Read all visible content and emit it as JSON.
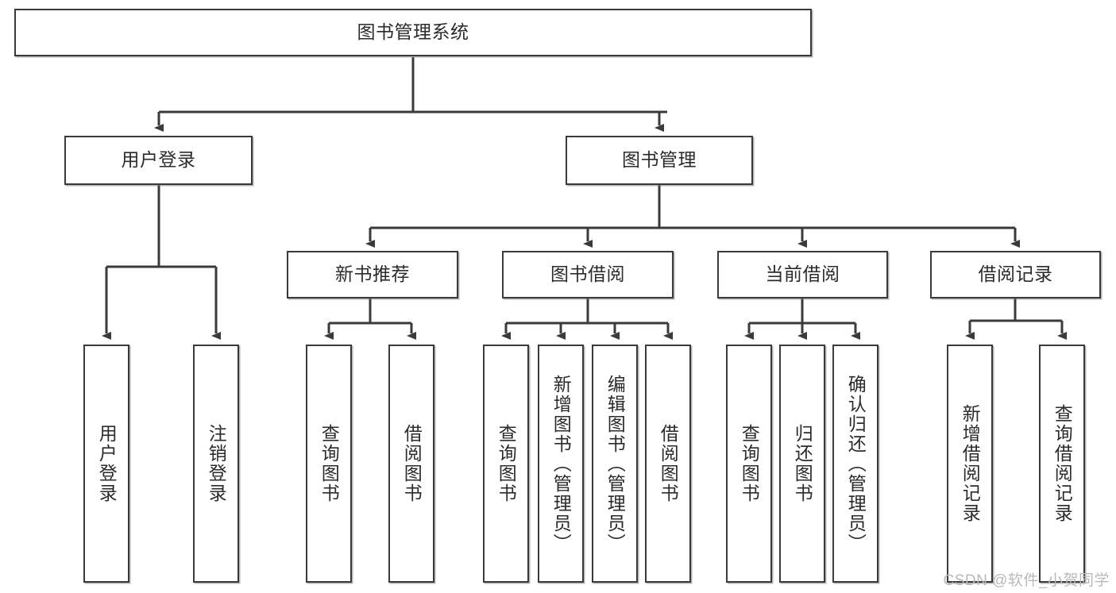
{
  "diagram": {
    "title": "图书管理系统",
    "type": "tree",
    "root": {
      "id": "root",
      "label": "图书管理系统"
    },
    "level2": [
      {
        "id": "user-login",
        "label": "用户登录"
      },
      {
        "id": "book-management",
        "label": "图书管理"
      }
    ],
    "level3": [
      {
        "id": "new-book-recommend",
        "label": "新书推荐",
        "parent": "book-management"
      },
      {
        "id": "book-borrow",
        "label": "图书借阅",
        "parent": "book-management"
      },
      {
        "id": "current-borrow",
        "label": "当前借阅",
        "parent": "book-management"
      },
      {
        "id": "borrow-record",
        "label": "借阅记录",
        "parent": "book-management"
      }
    ],
    "leaves": {
      "user-login": [
        {
          "id": "leaf-user-login",
          "label": "用户登录"
        },
        {
          "id": "leaf-logout-login",
          "label": "注销登录"
        }
      ],
      "new-book-recommend": [
        {
          "id": "leaf-query-book-1",
          "label": "查询图书"
        },
        {
          "id": "leaf-borrow-book-1",
          "label": "借阅图书"
        }
      ],
      "book-borrow": [
        {
          "id": "leaf-query-book-2",
          "label": "查询图书"
        },
        {
          "id": "leaf-add-book",
          "label": "新增图书（管理员）"
        },
        {
          "id": "leaf-edit-book",
          "label": "编辑图书（管理员）"
        },
        {
          "id": "leaf-borrow-book-2",
          "label": "借阅图书"
        }
      ],
      "current-borrow": [
        {
          "id": "leaf-query-book-3",
          "label": "查询图书"
        },
        {
          "id": "leaf-return-book",
          "label": "归还图书"
        },
        {
          "id": "leaf-confirm-return",
          "label": "确认归还（管理员）"
        }
      ],
      "borrow-record": [
        {
          "id": "leaf-add-record",
          "label": "新增借阅记录"
        },
        {
          "id": "leaf-query-record",
          "label": "查询借阅记录"
        }
      ]
    },
    "watermark": "CSDN @软件_小贺同学",
    "colors": {
      "border": "#3a3a3a",
      "text": "#2b2b2b",
      "background": "#ffffff",
      "watermark": "#b9b9b9"
    }
  }
}
